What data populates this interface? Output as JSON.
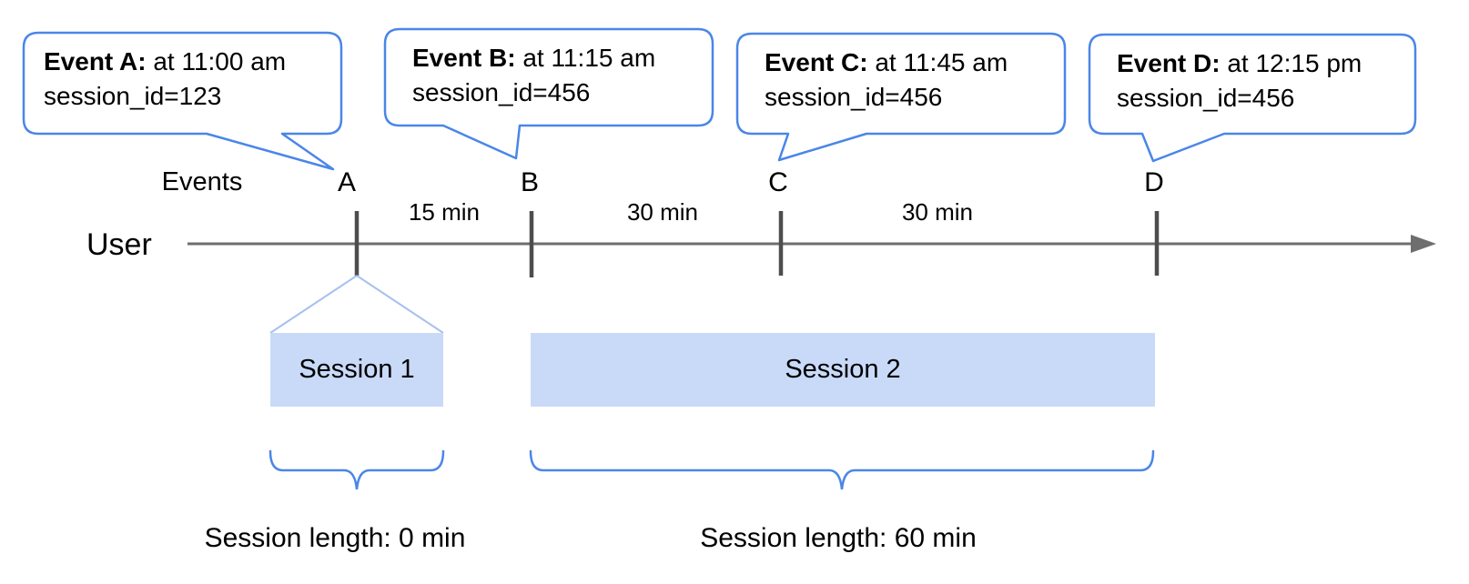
{
  "callouts": [
    {
      "marker": "A",
      "bold": "Event A:",
      "rest": " at 11:00 am",
      "line2": "session_id=123"
    },
    {
      "marker": "B",
      "bold": "Event B:",
      "rest": " at 11:15 am",
      "line2": "session_id=456"
    },
    {
      "marker": "C",
      "bold": "Event C:",
      "rest": " at 11:45 am",
      "line2": "session_id=456"
    },
    {
      "marker": "D",
      "bold": "Event D:",
      "rest": " at 12:15 pm",
      "line2": "session_id=456"
    }
  ],
  "axis": {
    "events_label": "Events",
    "user_label": "User"
  },
  "markers": [
    {
      "label": "A"
    },
    {
      "label": "B"
    },
    {
      "label": "C"
    },
    {
      "label": "D"
    }
  ],
  "intervals": [
    {
      "label": "15 min"
    },
    {
      "label": "30 min"
    },
    {
      "label": "30 min"
    }
  ],
  "sessions": [
    {
      "bar_label": "Session 1",
      "length_label": "Session length: 0 min"
    },
    {
      "bar_label": "Session 2",
      "length_label": "Session length: 60 min"
    }
  ],
  "colors": {
    "callout_border": "#4a86e8",
    "brace": "#4a86e8",
    "session_fill": "#c9daf8",
    "funnel": "#a7c1f0",
    "timeline": "#6e6e6e",
    "tick": "#4d4d4d",
    "text": "#000000"
  }
}
